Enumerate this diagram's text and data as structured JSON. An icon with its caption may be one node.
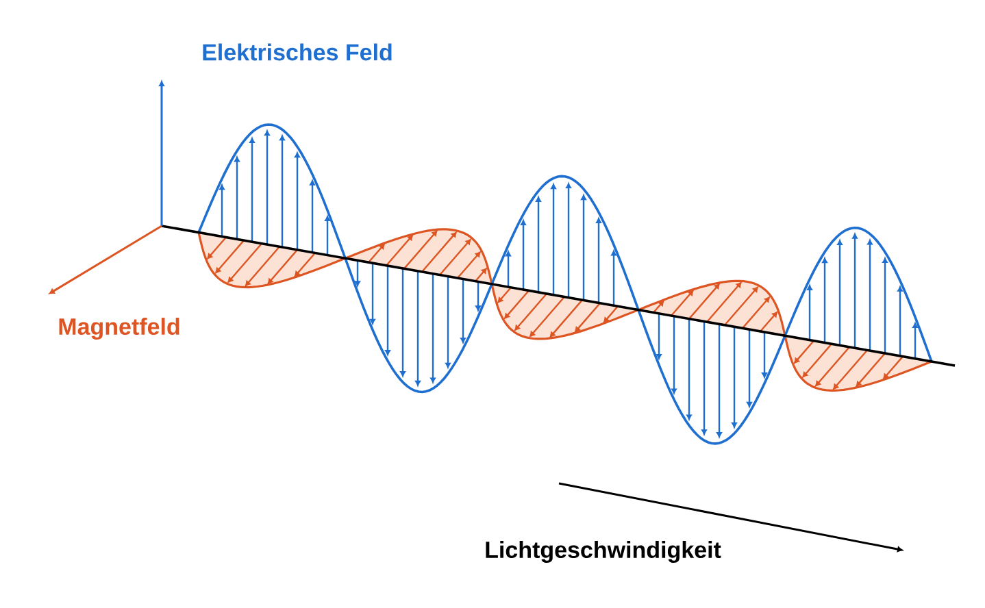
{
  "diagram": {
    "labels": [
      "Elektrisches Feld",
      "Magnetfeld",
      "Lichtgeschwindigkeit"
    ]
  }
}
